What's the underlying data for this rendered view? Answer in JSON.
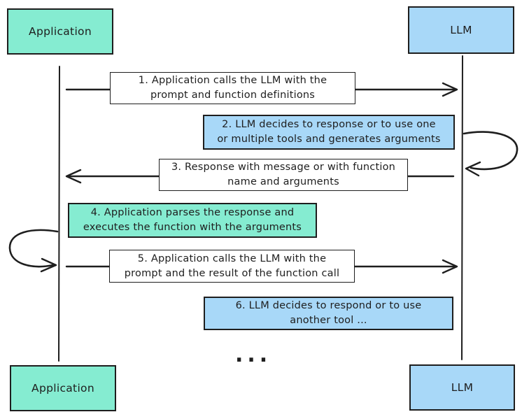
{
  "diagram": {
    "type": "sequence-diagram",
    "actors": {
      "top_left": "Application",
      "top_right": "LLM",
      "bottom_left": "Application",
      "bottom_right": "LLM"
    },
    "messages": [
      {
        "line1": "1. Application calls the LLM with the",
        "line2": "prompt and function definitions",
        "style": "plain",
        "direction": "right"
      },
      {
        "line1": "2. LLM decides to response or to use one",
        "line2": "or multiple tools and generates arguments",
        "style": "llm-note",
        "direction": "self-llm"
      },
      {
        "line1": "3. Response with message or with function",
        "line2": "name and arguments",
        "style": "plain",
        "direction": "left"
      },
      {
        "line1": "4. Application parses the response and",
        "line2": "executes the function with the arguments",
        "style": "app-note",
        "direction": "self-application"
      },
      {
        "line1": "5. Application calls the LLM with the",
        "line2": "prompt and the result of the function call",
        "style": "plain",
        "direction": "right"
      },
      {
        "line1": "6. LLM decides to respond or to use",
        "line2": "another tool ...",
        "style": "llm-note",
        "direction": "self-llm"
      }
    ],
    "ellipsis": "...",
    "colors": {
      "application_fill": "#85ecd1",
      "llm_fill": "#a8d8f8",
      "stroke": "#1e1e1e",
      "plain_note_fill": "#ffffff"
    }
  }
}
